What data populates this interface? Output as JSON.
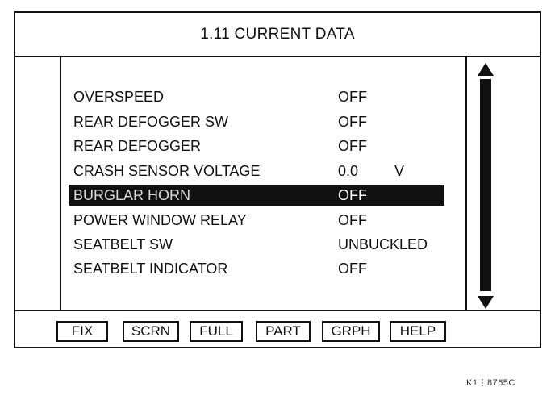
{
  "screen": {
    "title": "1.11 CURRENT DATA"
  },
  "rows": [
    {
      "name": "OVERSPEED",
      "value": "OFF",
      "unit": ""
    },
    {
      "name": "REAR DEFOGGER SW",
      "value": "OFF",
      "unit": ""
    },
    {
      "name": "REAR DEFOGGER",
      "value": "OFF",
      "unit": ""
    },
    {
      "name": "CRASH SENSOR VOLTAGE",
      "value": "0.0",
      "unit": "V"
    },
    {
      "name": "BURGLAR HORN",
      "value": "OFF",
      "unit": ""
    },
    {
      "name": "POWER WINDOW RELAY",
      "value": "OFF",
      "unit": ""
    },
    {
      "name": "SEATBELT SW",
      "value": "UNBUCKLED",
      "unit": ""
    },
    {
      "name": "SEATBELT INDICATOR",
      "value": "OFF",
      "unit": ""
    }
  ],
  "selected_row": "BURGLAR HORN",
  "function_keys": [
    "FIX",
    "SCRN",
    "FULL",
    "PART",
    "GRPH",
    "HELP"
  ],
  "scrollbar": {
    "up_icon": "triangle-up-icon",
    "down_icon": "triangle-down-icon"
  },
  "figure_code": "K1⋮8765C",
  "colors": {
    "foreground": "#111111",
    "background": "#ffffff",
    "highlight": "#111111"
  }
}
